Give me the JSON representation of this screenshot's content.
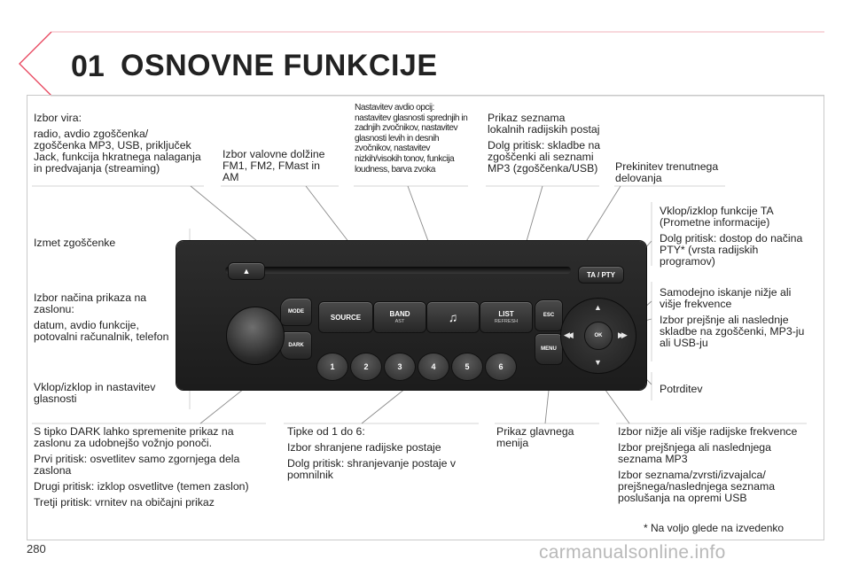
{
  "header": {
    "chapter_number": "01",
    "chapter_title": "OSNOVNE FUNKCIJE",
    "accent_color": "#e8455d"
  },
  "labels": {
    "source": [
      "Izbor vira:",
      "radio, avdio zgoščenka/ zgoščenka MP3, USB, priključek Jack, funkcija hkratnega nalaganja in predvajanja (streaming)"
    ],
    "band": [
      "Izbor valovne dolžine FM1, FM2, FMast in AM"
    ],
    "audio": [
      "Nastavitev avdio opcij: nastavitev glasnosti sprednjih in zadnjih zvočnikov, nastavitev glasnosti levih in desnih zvočnikov, nastavitev nizkih/visokih tonov, funkcija loudness, barva zvoka"
    ],
    "list": [
      "Prikaz seznama lokalnih radijskih postaj",
      "Dolg pritisk: skladbe na zgoščenki ali seznami MP3 (zgoščenka/USB)"
    ],
    "interrupt": [
      "Prekinitev trenutnega delovanja"
    ],
    "ta": [
      "Vklop/izklop funkcije TA (Prometne informacije)",
      "Dolg pritisk: dostop do načina PTY* (vrsta radijskih programov)"
    ],
    "eject": [
      "Izmet zgoščenke"
    ],
    "mode": [
      "Izbor načina prikaza na zaslonu:",
      "datum, avdio funkcije, potovalni računalnik, telefon"
    ],
    "seek": [
      "Samodejno iskanje nižje ali višje frekvence",
      "Izbor prejšnje ali naslednje skladbe na zgoščenki, MP3-ju ali USB-ju"
    ],
    "volume": [
      "Vklop/izklop in nastavitev glasnosti"
    ],
    "confirm": [
      "Potrditev"
    ],
    "dark": [
      "S tipko DARK lahko spremenite prikaz na zaslonu za udobnejšo vožnjo ponoči.",
      "Prvi pritisk: osvetlitev samo zgornjega dela zaslona",
      "Drugi pritisk: izklop osvetlitve (temen zaslon)",
      "Tretji pritisk: vrnitev na običajni prikaz"
    ],
    "presets": [
      "Tipke od 1 do 6:",
      "Izbor shranjene radijske postaje",
      "Dolg pritisk: shranjevanje postaje v pomnilnik"
    ],
    "menu": [
      "Prikaz glavnega menija"
    ],
    "updown": [
      "Izbor nižje ali višje radijske frekvence",
      "Izbor prejšnjega ali naslednjega seznama MP3",
      "Izbor seznama/zvrsti/izvajalca/ prejšnega/naslednjega seznama poslušanja na opremi USB"
    ]
  },
  "radio": {
    "eject_glyph": "▲",
    "source": "SOURCE",
    "band": "BAND",
    "band_sub": "AST",
    "note_glyph": "♫",
    "list": "LIST",
    "list_sub": "REFRESH",
    "esc": "ESC",
    "menu": "MENU",
    "mode": "MODE",
    "dark": "DARK",
    "ta_pty": "TA / PTY",
    "ok": "OK",
    "presets": [
      "1",
      "2",
      "3",
      "4",
      "5",
      "6"
    ],
    "arrow_up": "▲",
    "arrow_down": "▼",
    "arrow_left": "◀◀",
    "arrow_right": "▶▶"
  },
  "footer": {
    "footnote": "* Na voljo glede na izvedenko",
    "page_number": "280",
    "watermark": "carmanualsonline.info"
  }
}
